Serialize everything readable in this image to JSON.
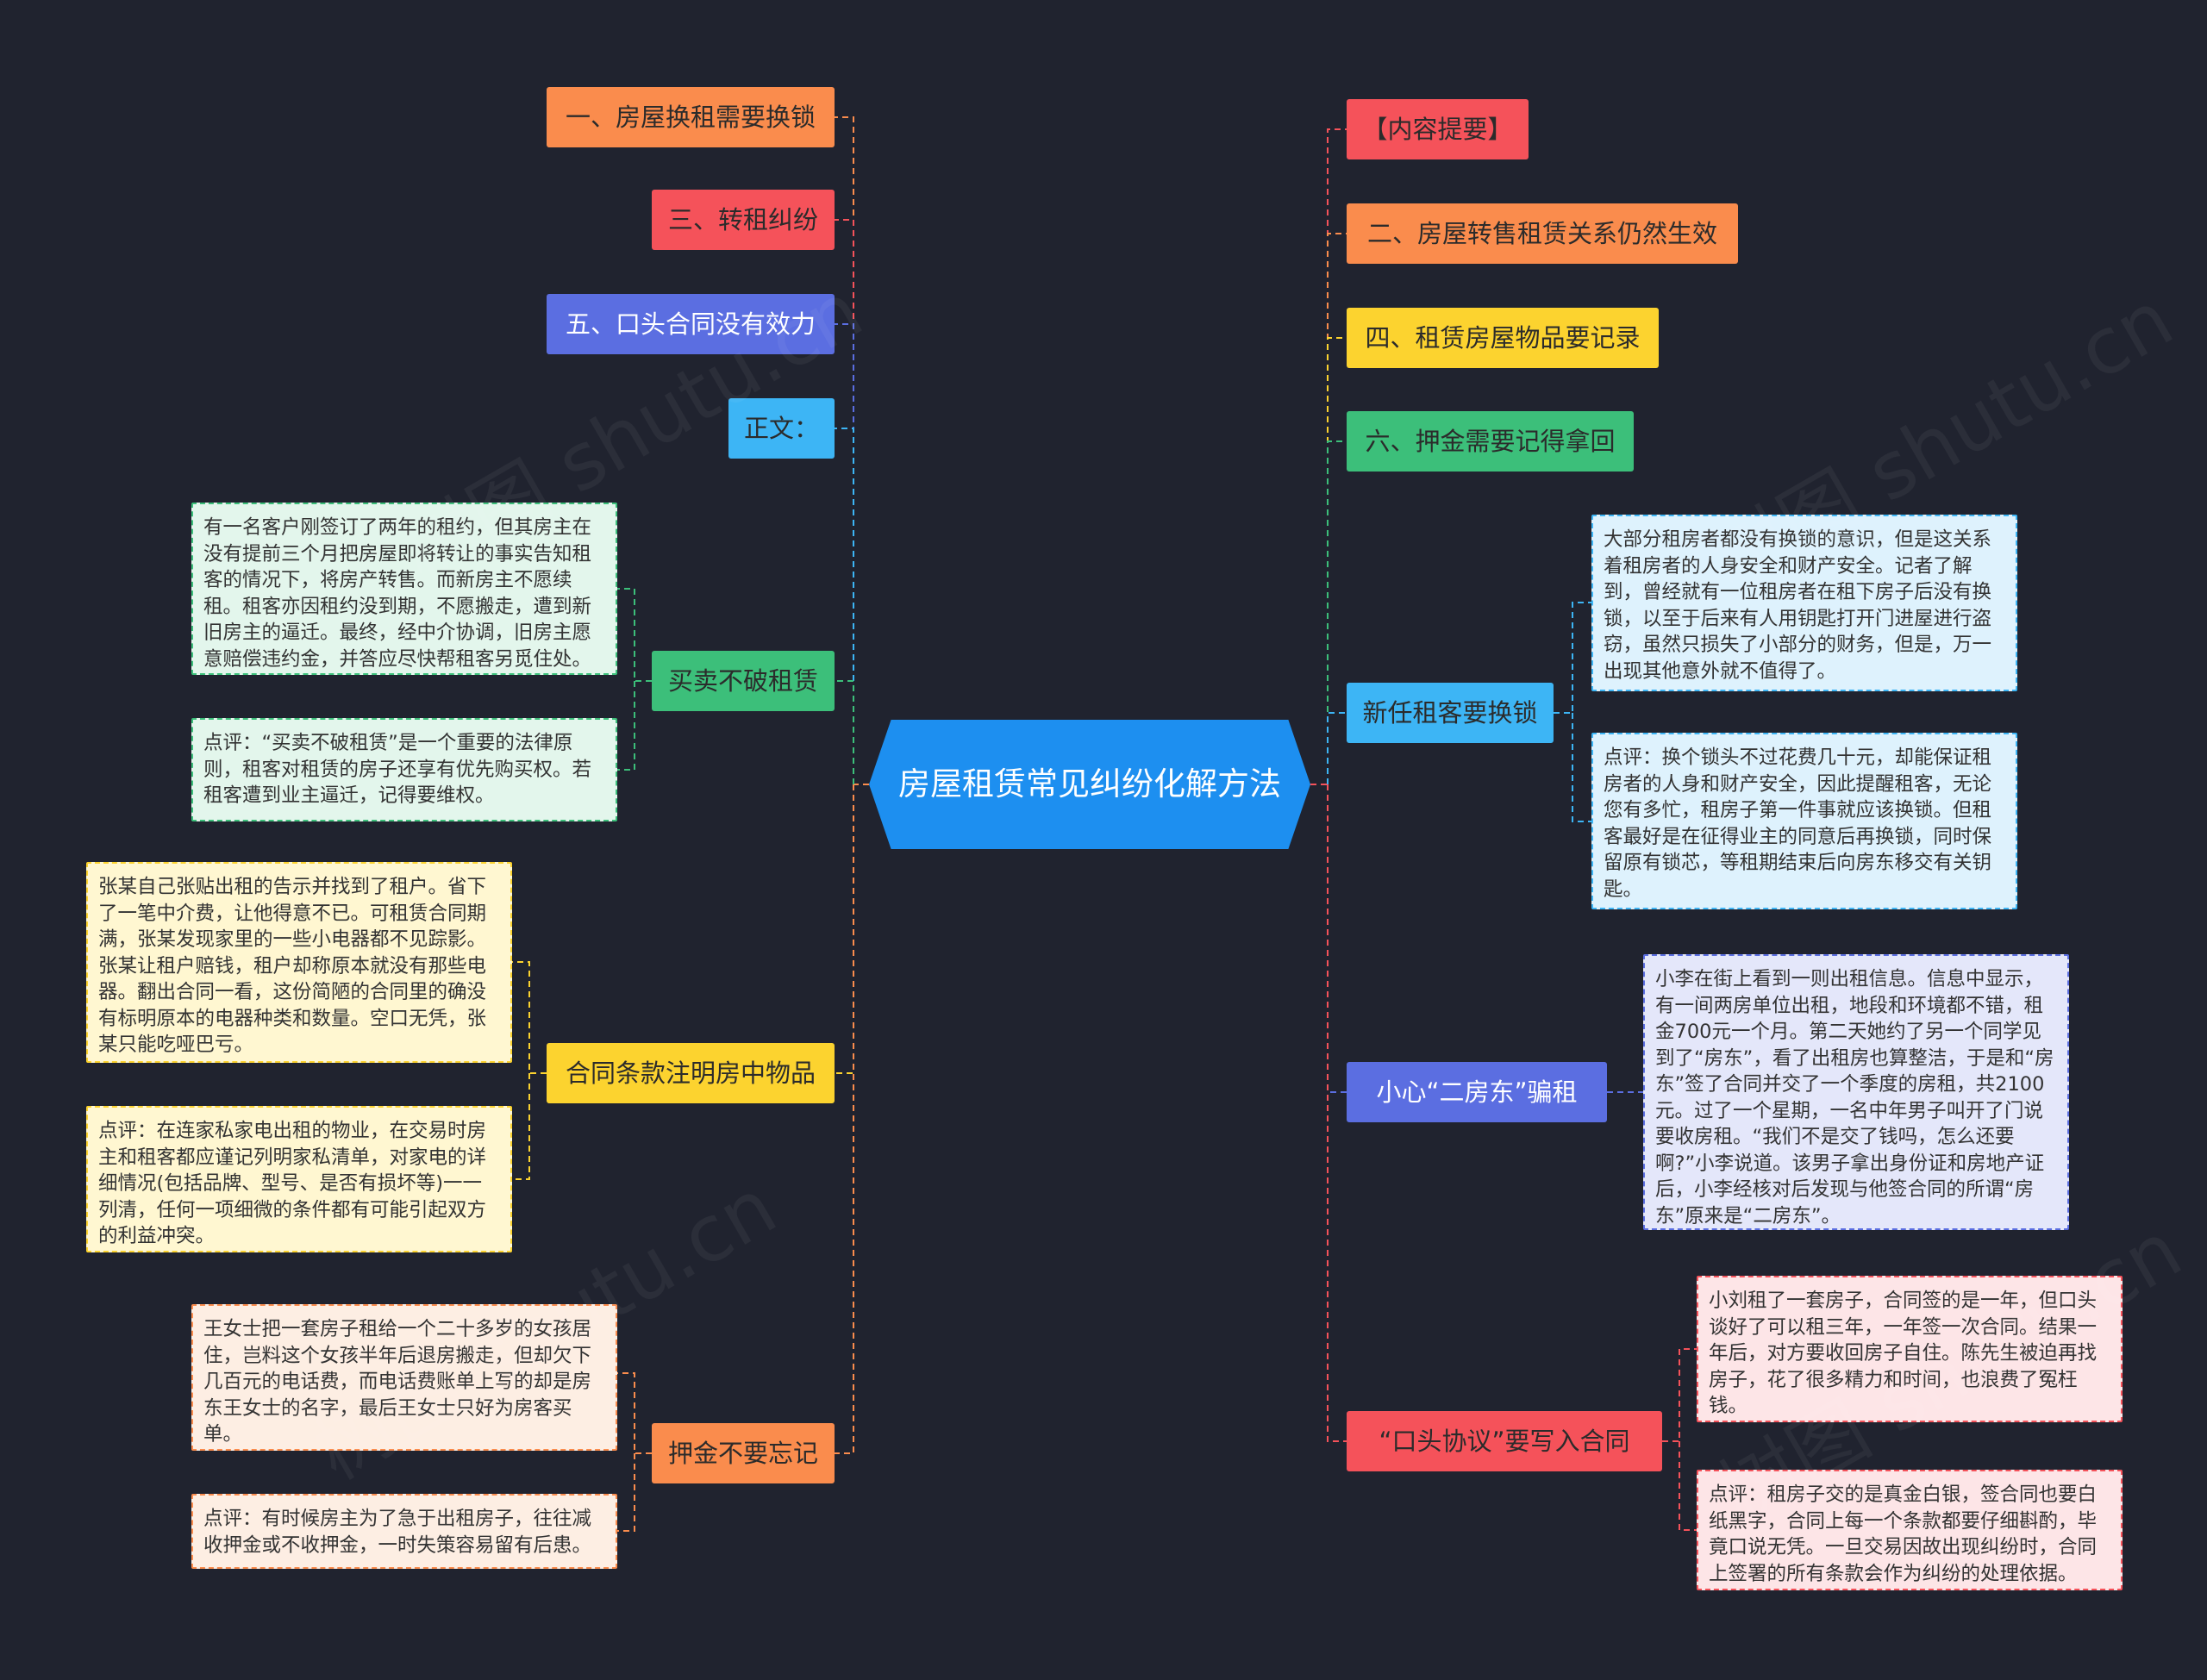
{
  "center": {
    "title": "房屋租赁常见纠纷化解方法"
  },
  "watermark": "树图 shutu.cn",
  "colors": {
    "background": "#20232f",
    "center": "#1d8ff0",
    "orange": "#fa8c4d",
    "red": "#f5525a",
    "indigo": "#5b6ee1",
    "sky": "#3db5f5",
    "green": "#3cbf7a",
    "yellow": "#fcd32f"
  },
  "left": {
    "b1": {
      "label": "一、房屋换租需要换锁"
    },
    "b3": {
      "label": "三、转租纠纷"
    },
    "b5": {
      "label": "五、口头合同没有效力"
    },
    "zw": {
      "label": "正文："
    },
    "mm": {
      "label": "买卖不破租赁",
      "note1": "有一名客户刚签订了两年的租约，但其房主在没有提前三个月把房屋即将转让的事实告知租客的情况下，将房产转售。而新房主不愿续租。租客亦因租约没到期，不愿搬走，遭到新旧房主的逼迁。最终，经中介协调，旧房主愿意赔偿违约金，并答应尽快帮租客另觅住处。",
      "note2": "点评：“买卖不破租赁”是一个重要的法律原则，租客对租赁的房子还享有优先购买权。若租客遭到业主逼迁，记得要维权。"
    },
    "ht": {
      "label": "合同条款注明房中物品",
      "note1": "张某自己张贴出租的告示并找到了租户。省下了一笔中介费，让他得意不已。可租赁合同期满，张某发现家里的一些小电器都不见踪影。张某让租户赔钱，租户却称原本就没有那些电器。翻出合同一看，这份简陋的合同里的确没有标明原本的电器种类和数量。空口无凭，张某只能吃哑巴亏。",
      "note2": "点评：在连家私家电出租的物业，在交易时房主和租客都应谨记列明家私清单，对家电的详细情况(包括品牌、型号、是否有损坏等)一一列清，任何一项细微的条件都有可能引起双方的利益冲突。"
    },
    "yj": {
      "label": "押金不要忘记",
      "note1": "王女士把一套房子租给一个二十多岁的女孩居住，岂料这个女孩半年后退房搬走，但却欠下几百元的电话费，而电话费账单上写的却是房东王女士的名字，最后王女士只好为房客买单。",
      "note2": "点评：有时候房主为了急于出租房子，往往减收押金或不收押金，一时失策容易留有后患。"
    }
  },
  "right": {
    "nr": {
      "label": "【内容提要】"
    },
    "b2": {
      "label": "二、房屋转售租赁关系仍然生效"
    },
    "b4": {
      "label": "四、租赁房屋物品要记录"
    },
    "b6": {
      "label": "六、押金需要记得拿回"
    },
    "xz": {
      "label": "新任租客要换锁",
      "note1": "大部分租房者都没有换锁的意识，但是这关系着租房者的人身安全和财产安全。记者了解到，曾经就有一位租房者在租下房子后没有换锁，以至于后来有人用钥匙打开门进屋进行盗窃，虽然只损失了小部分的财务，但是，万一出现其他意外就不值得了。",
      "note2": "点评：换个锁头不过花费几十元，却能保证租房者的人身和财产安全，因此提醒租客，无论您有多忙，租房子第一件事就应该换锁。但租客最好是在征得业主的同意后再换锁，同时保留原有锁芯，等租期结束后向房东移交有关钥匙。"
    },
    "xx": {
      "label": "小心“二房东”骗租",
      "note1": "小李在街上看到一则出租信息。信息中显示，有一间两房单位出租，地段和环境都不错，租金700元一个月。第二天她约了另一个同学见到了“房东”，看了出租房也算整洁，于是和“房东”签了合同并交了一个季度的房租，共2100元。过了一个星期，一名中年男子叫开了门说要收房租。“我们不是交了钱吗，怎么还要啊?”小李说道。该男子拿出身份证和房地产证后，小李经核对后发现与他签合同的所谓“房东”原来是“二房东”。"
    },
    "kt": {
      "label": "“口头协议”要写入合同",
      "note1": "小刘租了一套房子，合同签的是一年，但口头谈好了可以租三年，一年签一次合同。结果一年后，对方要收回房子自住。陈先生被迫再找房子，花了很多精力和时间，也浪费了冤枉钱。",
      "note2": "点评：租房子交的是真金白银，签合同也要白纸黑字，合同上每一个条款都要仔细斟酌，毕竟口说无凭。一旦交易因故出现纠纷时，合同上签署的所有条款会作为纠纷的处理依据。"
    }
  }
}
